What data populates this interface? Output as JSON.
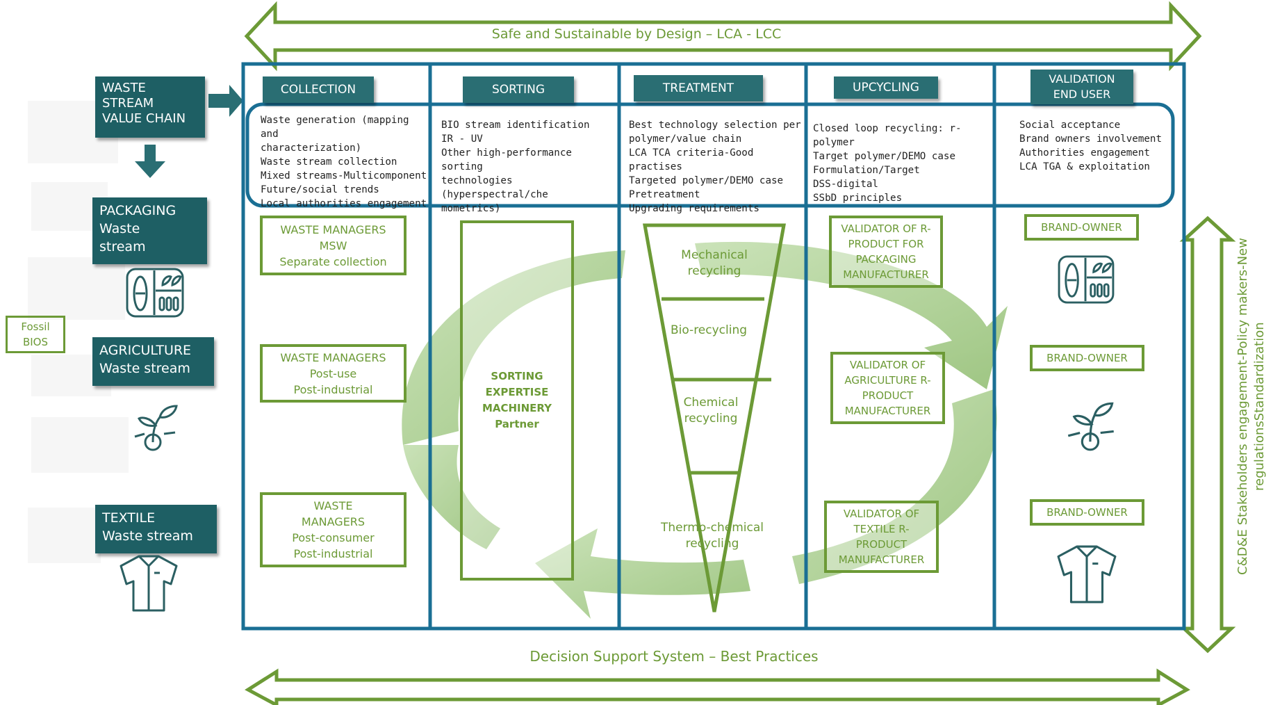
{
  "titles": {
    "top": "Safe and Sustainable by Design – LCA - LCC",
    "bottom": "Decision Support System – Best Practices",
    "right": "C&D&E Stakeholders engagement-Policy makers-New\nregulationsStandardization"
  },
  "left": {
    "value_chain": "WASTE\nSTREAM\nVALUE CHAIN",
    "packaging": "PACKAGING\nWaste\nstream",
    "agriculture": "AGRICULTURE\nWaste stream",
    "textile": "TEXTILE\nWaste stream",
    "fossil": "Fossil\nBIOS"
  },
  "columns": [
    {
      "header": "COLLECTION",
      "text": "Waste generation (mapping and\ncharacterization)\nWaste stream collection\nMixed streams-Multicomponent\nFuture/social trends\nLocal authorities engagement",
      "boxes": [
        "WASTE MANAGERS\nMSW\nSeparate collection",
        "WASTE MANAGERS\nPost-use\nPost-industrial",
        "WASTE\nMANAGERS\nPost-consumer\nPost-industrial"
      ]
    },
    {
      "header": "SORTING",
      "text": "BIO stream identification\nIR - UV\nOther high-performance sorting\ntechnologies (hyperspectral/che\nmometrics)",
      "boxes": [
        "SORTING\nEXPERTISE\nMACHINERY\nPartner"
      ]
    },
    {
      "header": "TREATMENT",
      "text": "Best technology selection per\npolymer/value chain\nLCA TCA criteria-Good practises\nTargeted polymer/DEMO case\nPretreatment\nUpgrading requirements",
      "funnel": [
        "Mechanical\nrecycling",
        "Bio-recycling",
        "Chemical\nrecycling",
        "Thermo-chemical\nrecycling"
      ]
    },
    {
      "header": "UPCYCLING",
      "text": "Closed loop recycling: r-polymer\nTarget polymer/DEMO case\nFormulation/Target\nDSS-digital\nSSbD principles",
      "boxes": [
        "VALIDATOR OF R-\nPRODUCT FOR\nPACKAGING\nMANUFACTURER",
        "VALIDATOR OF\nAGRICULTURE R-\nPRODUCT\nMANUFACTURER",
        "VALIDATOR OF\nTEXTILE R-\nPRODUCT\nMANUFACTURER"
      ]
    },
    {
      "header": "VALIDATION\nEND USER",
      "text": "Social acceptance\nBrand owners involvement\nAuthorities engagement\nLCA TGA & exploitation",
      "boxes": [
        "BRAND-OWNER",
        "BRAND-OWNER",
        "BRAND-OWNER"
      ]
    }
  ],
  "icons": [
    "food-tray-icon",
    "sprout-icon",
    "shirt-icon",
    "waste-collage-image"
  ],
  "colors": {
    "teal": "#1e5f64",
    "frame_blue": "#1a6f94",
    "green": "#6c9a36",
    "recycle_green": "#9cc47a"
  }
}
